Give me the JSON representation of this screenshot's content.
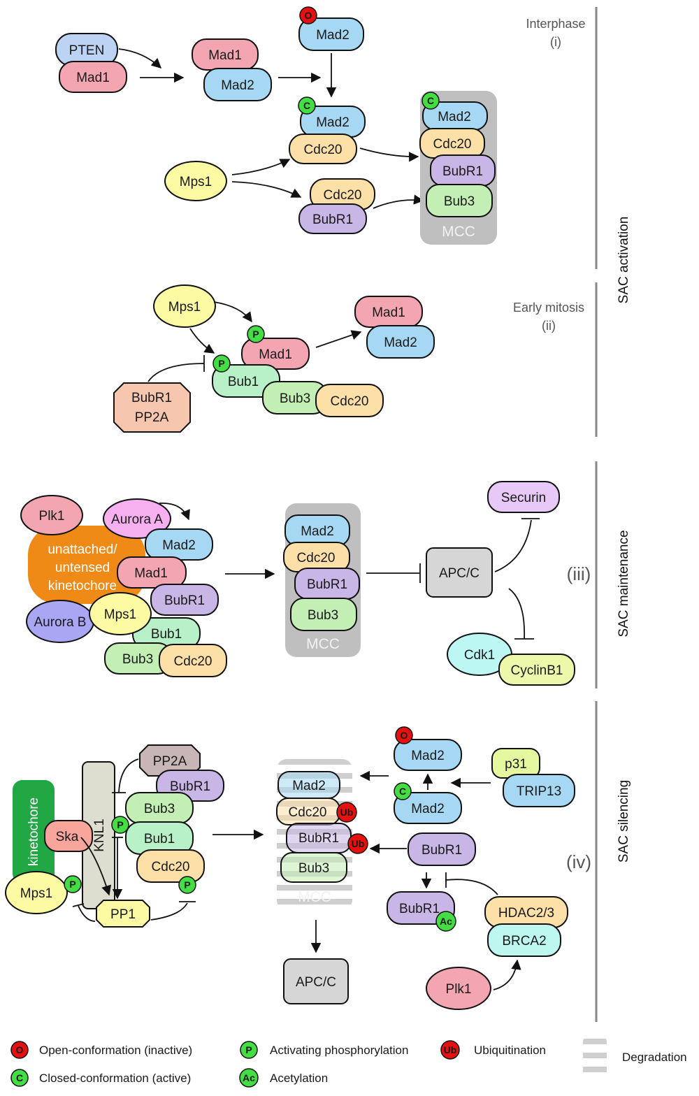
{
  "phases": {
    "interphase": "Interphase",
    "interphase_num": "(i)",
    "early_mitosis": "Early mitosis",
    "early_mitosis_num": "(ii)",
    "maintenance_num": "(iii)",
    "silencing_num": "(iv)"
  },
  "sections": {
    "activation": "SAC activation",
    "maintenance": "SAC maintenance",
    "silencing": "SAC silencing"
  },
  "badges": {
    "o": "O",
    "c": "C",
    "p": "P",
    "ac": "Ac",
    "ub": "Ub"
  },
  "colors": {
    "mad1": "#f4a5b2",
    "mad2": "#a6d8f4",
    "cdc20": "#fde0a8",
    "bubr1": "#c8b6e6",
    "bub3": "#c4efb4",
    "bub1": "#b8f0c8",
    "mps1": "#fdfaa4",
    "pten": "#bcd3f4",
    "red": "#e51010",
    "green": "#44dd44",
    "mcc": "#bfbfbf",
    "kinetochore": "#f08a16",
    "kin_green": "#21a844",
    "knl1": "#ddddd0",
    "line": "#888888"
  },
  "p1": {
    "pten": "PTEN",
    "mad1_a": "Mad1",
    "mad1_b": "Mad1",
    "mad2_b": "Mad2",
    "mad2_o": "Mad2",
    "mad2_c": "Mad2",
    "cdc20_c": "Cdc20",
    "mps1": "Mps1",
    "cdc20_d": "Cdc20",
    "bubr1_d": "BubR1",
    "mcc_mad2": "Mad2",
    "mcc_cdc20": "Cdc20",
    "mcc_bubr1": "BubR1",
    "mcc_bub3": "Bub3",
    "mcc_label": "MCC"
  },
  "p2": {
    "mps1": "Mps1",
    "mad1": "Mad1",
    "bub1": "Bub1",
    "bub3": "Bub3",
    "cdc20": "Cdc20",
    "bubr1": "BubR1",
    "pp2a": "PP2A",
    "mad1_r": "Mad1",
    "mad2_r": "Mad2"
  },
  "p3": {
    "plk1": "Plk1",
    "aurora_a": "Aurora A",
    "aurora_b": "Aurora B",
    "kin_1": "unattached/",
    "kin_2": "untensed",
    "kin_3": "kinetochore",
    "mad2": "Mad2",
    "mad1": "Mad1",
    "bubr1": "BubR1",
    "mps1": "Mps1",
    "bub1": "Bub1",
    "bub3": "Bub3",
    "cdc20": "Cdc20",
    "mcc_mad2": "Mad2",
    "mcc_cdc20": "Cdc20",
    "mcc_bubr1": "BubR1",
    "mcc_bub3": "Bub3",
    "mcc_label": "MCC",
    "apcc": "APC/C",
    "securin": "Securin",
    "cdk1": "Cdk1",
    "cyclinb1": "CyclinB1"
  },
  "p4": {
    "kinetochore": "kinetochore",
    "knl1": "KNL1",
    "ska": "Ska",
    "mps1": "Mps1",
    "pp1": "PP1",
    "pp2a": "PP2A",
    "bubr1": "BubR1",
    "bub3": "Bub3",
    "bub1": "Bub1",
    "cdc20": "Cdc20",
    "mcc_mad2": "Mad2",
    "mcc_cdc20": "Cdc20",
    "mcc_bubr1": "BubR1",
    "mcc_bub3": "Bub3",
    "mcc_label": "MCC",
    "apcc": "APC/C",
    "mad2_o": "Mad2",
    "mad2_c": "Mad2",
    "p31": "p31",
    "trip13": "TRIP13",
    "bubr1_r": "BubR1",
    "bubr1_ac": "BubR1",
    "hdac": "HDAC2/3",
    "brca2": "BRCA2",
    "plk1": "Plk1"
  },
  "legend": {
    "open": "Open-conformation (inactive)",
    "closed": "Closed-conformation (active)",
    "phos": "Activating phosphorylation",
    "acet": "Acetylation",
    "ubiq": "Ubiquitination",
    "degr": "Degradation"
  }
}
